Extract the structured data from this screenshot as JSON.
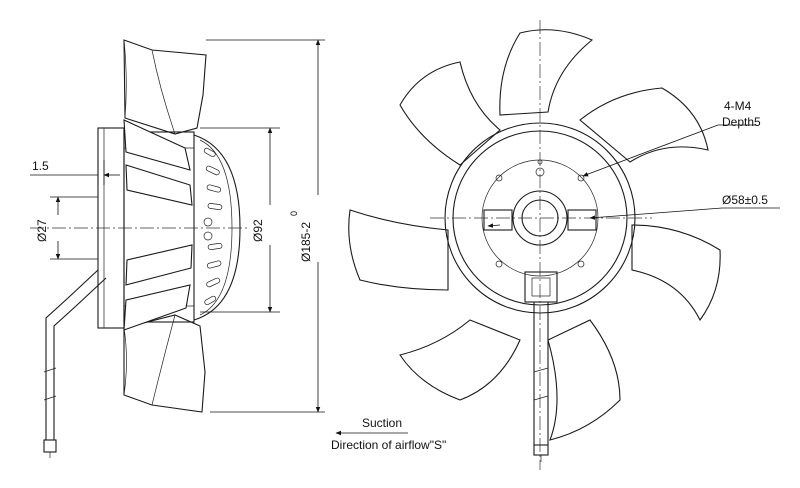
{
  "dimensions": {
    "flange_thickness": "1.5",
    "shaft_diameter": "Ø27",
    "motor_diameter": "Ø92",
    "fan_diameter": "Ø185-2",
    "fan_tolerance": "0",
    "hole_spec": "4-M4",
    "hole_depth": "Depth5",
    "hole_circle": "Ø58±0.5"
  },
  "airflow": {
    "label": "Suction",
    "caption": "Direction of airflow\"S\""
  },
  "colors": {
    "line": "#1a1a1a",
    "background": "#ffffff"
  }
}
